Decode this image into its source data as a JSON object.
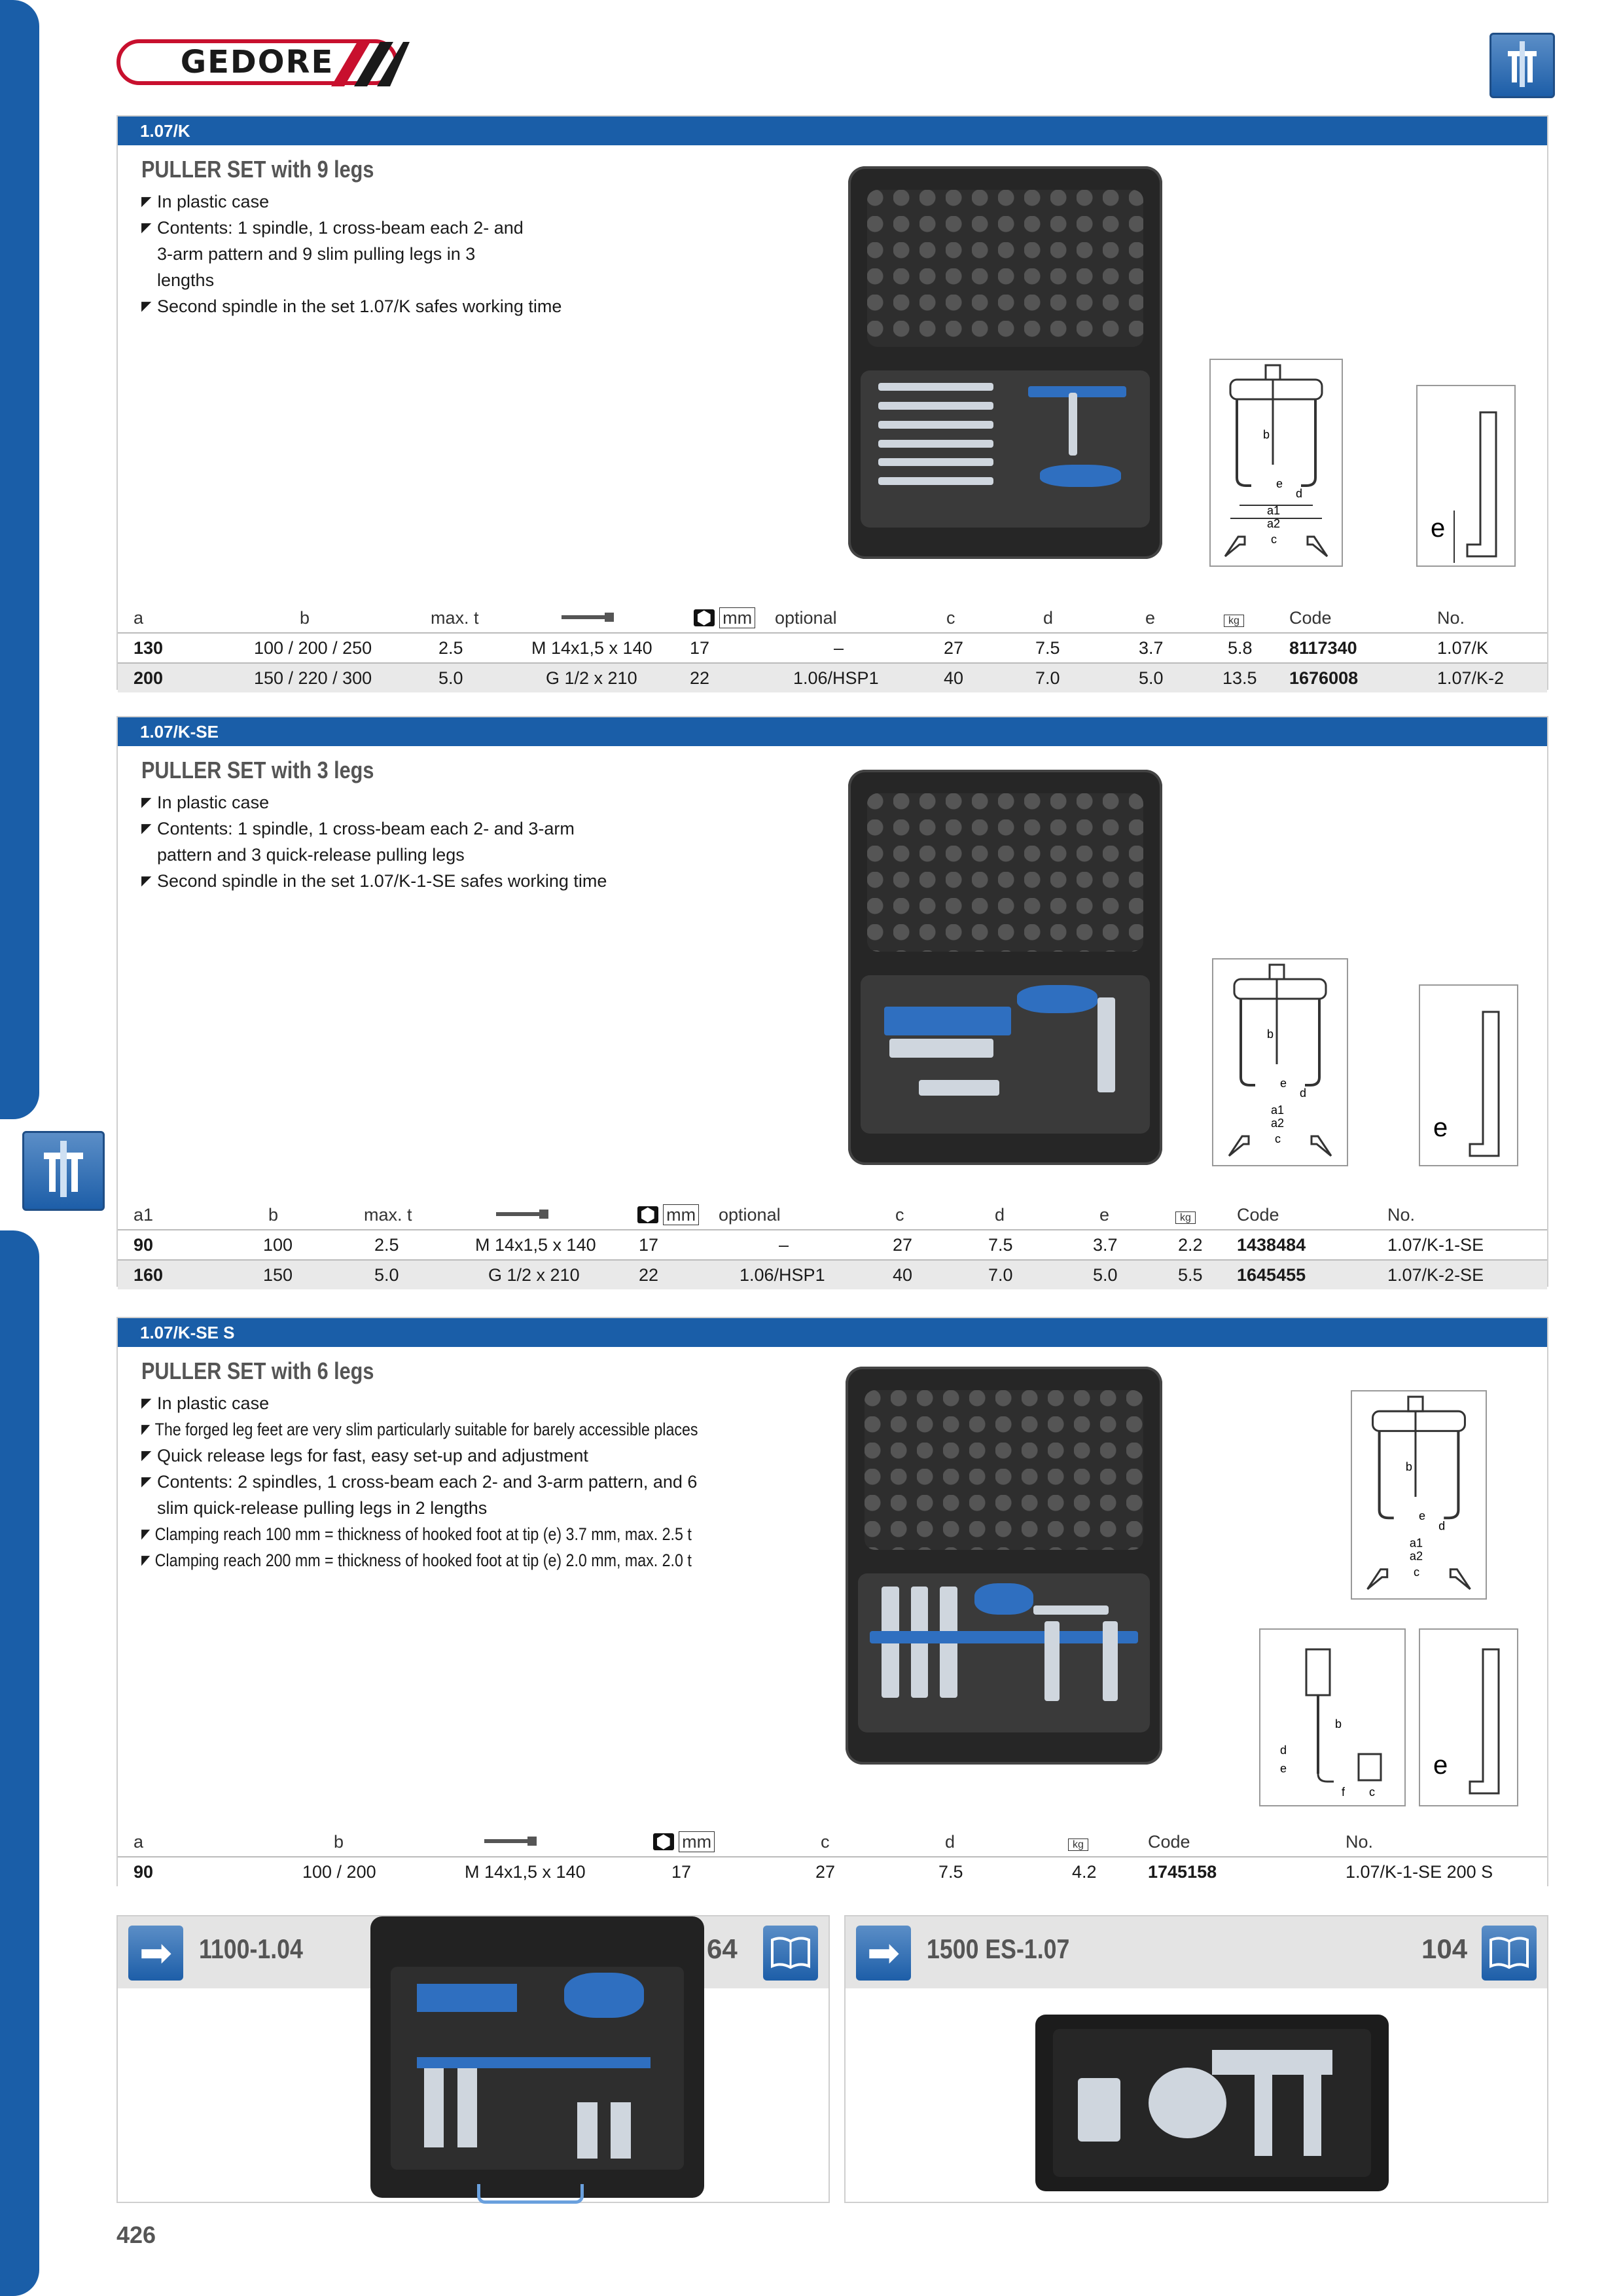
{
  "brand": {
    "name": "GEDORE"
  },
  "sections": [
    {
      "code": "1.07/K",
      "title": "PULLER SET with 9 legs",
      "bullets": [
        "In plastic case",
        "Contents: 1 spindle, 1 cross-beam each 2- and 3-arm pattern and 9 slim pulling legs in 3 lengths",
        "Second spindle in the set 1.07/K safes working time"
      ],
      "headers": [
        "a",
        "b",
        "max. t",
        "",
        "mm",
        "optional",
        "c",
        "d",
        "e",
        "kg",
        "Code",
        "No."
      ],
      "rows": [
        [
          "130",
          "100 / 200 / 250",
          "2.5",
          "M 14x1,5 x 140",
          "17",
          "–",
          "27",
          "7.5",
          "3.7",
          "5.8",
          "8117340",
          "1.07/K"
        ],
        [
          "200",
          "150 / 220 / 300",
          "5.0",
          "G 1/2 x 210",
          "22",
          "1.06/HSP1",
          "40",
          "7.0",
          "5.0",
          "13.5",
          "1676008",
          "1.07/K-2"
        ]
      ]
    },
    {
      "code": "1.07/K-SE",
      "title": "PULLER SET with 3 legs",
      "bullets": [
        "In plastic case",
        "Contents: 1 spindle, 1 cross-beam each 2- and 3-arm pattern and 3 quick-release pulling legs",
        "Second spindle in the set 1.07/K-1-SE safes working time"
      ],
      "headers": [
        "a1",
        "b",
        "max. t",
        "",
        "mm",
        "optional",
        "c",
        "d",
        "e",
        "kg",
        "Code",
        "No."
      ],
      "rows": [
        [
          "90",
          "100",
          "2.5",
          "M 14x1,5 x 140",
          "17",
          "–",
          "27",
          "7.5",
          "3.7",
          "2.2",
          "1438484",
          "1.07/K-1-SE"
        ],
        [
          "160",
          "150",
          "5.0",
          "G 1/2 x 210",
          "22",
          "1.06/HSP1",
          "40",
          "7.0",
          "5.0",
          "5.5",
          "1645455",
          "1.07/K-2-SE"
        ]
      ]
    },
    {
      "code": "1.07/K-SE S",
      "title": "PULLER SET with 6 legs",
      "bullets": [
        "In plastic case",
        "The forged leg feet are very slim particularly suitable for barely accessible places",
        "Quick release legs for fast, easy set-up and adjustment",
        "Contents: 2 spindles, 1 cross-beam each 2- and 3-arm pattern, and 6 slim quick-release pulling legs in 2 lengths",
        "Clamping reach 100 mm = thickness of hooked foot at tip (e) 3.7 mm, max. 2.5 t",
        "Clamping reach 200 mm = thickness of hooked foot at tip (e) 2.0 mm, max. 2.0 t"
      ],
      "headers": [
        "a",
        "b",
        "",
        "mm",
        "c",
        "d",
        "kg",
        "Code",
        "No."
      ],
      "rows": [
        [
          "90",
          "100 / 200",
          "M 14x1,5 x 140",
          "17",
          "27",
          "7.5",
          "4.2",
          "1745158",
          "1.07/K-1-SE 200 S"
        ]
      ]
    }
  ],
  "diagram_labels": {
    "b": "b",
    "e": "e",
    "d": "d",
    "a1": "a1",
    "a2": "a2",
    "c": "c",
    "f": "f"
  },
  "references": [
    {
      "label": "1100-1.04",
      "page": "64"
    },
    {
      "label": "1500 ES-1.07",
      "page": "104"
    }
  ],
  "page_number": "426",
  "colors": {
    "brand_blue": "#1a5ea8",
    "brand_red": "#c8102e",
    "row_alt": "#e9e9e9"
  }
}
